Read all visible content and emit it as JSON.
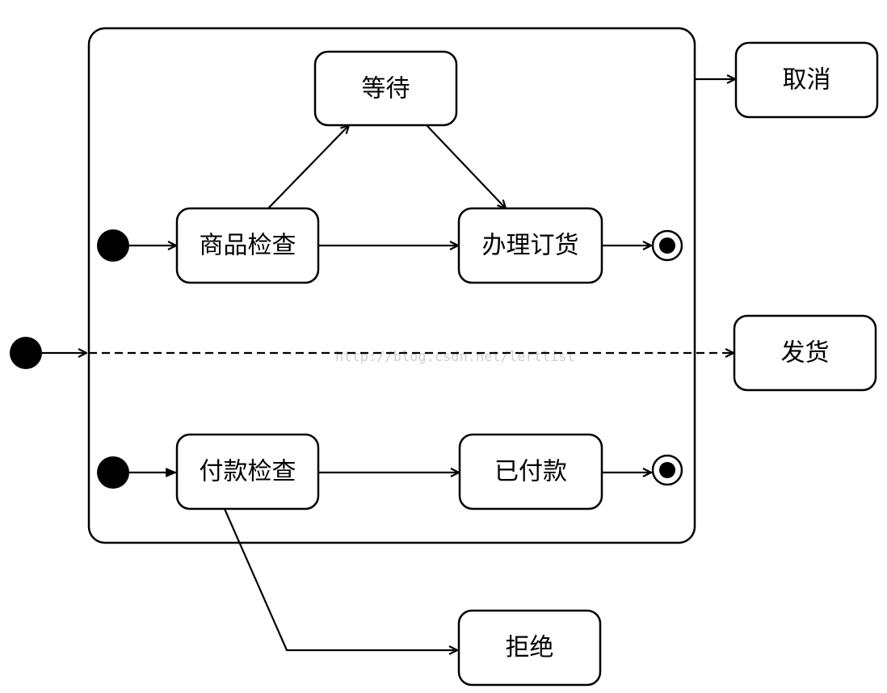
{
  "states": {
    "dengdai": "等待",
    "shangpin_jiancha": "商品检查",
    "banli_dinghuo": "办理订货",
    "fukuan_jiancha": "付款检查",
    "yi_fukuan": "已付款",
    "quxiao": "取消",
    "fahuo": "发货",
    "jujue": "拒绝"
  },
  "watermark": "http://blog.csdn.net/lertlist"
}
